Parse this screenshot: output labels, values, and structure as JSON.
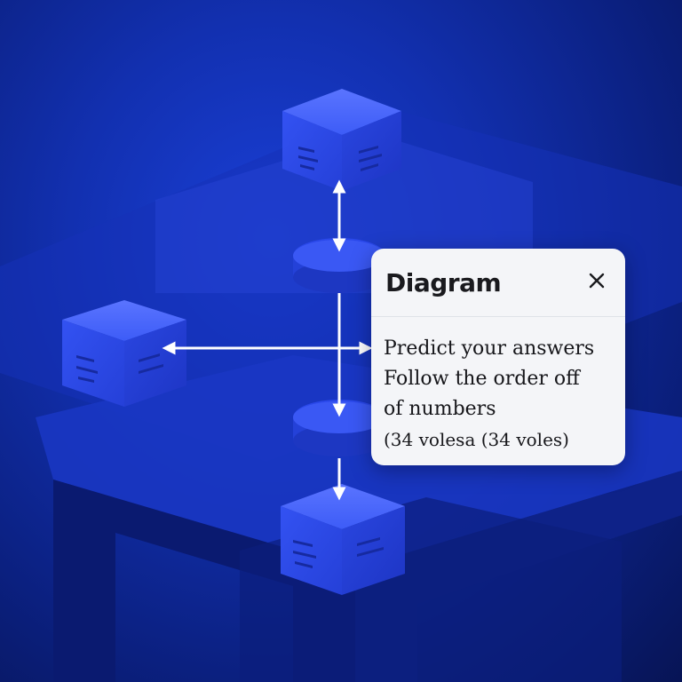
{
  "dialog": {
    "title": "Diagram",
    "close_icon": "close-icon",
    "lines": [
      "Predict your answers",
      "Follow the order off",
      "of numbers"
    ],
    "votes": "(34 volesa (34 voles)"
  },
  "colors": {
    "background": "#0b2080",
    "cube": "#2f4ff5",
    "panel": "#f4f5f8",
    "arrow": "#ffffff"
  }
}
